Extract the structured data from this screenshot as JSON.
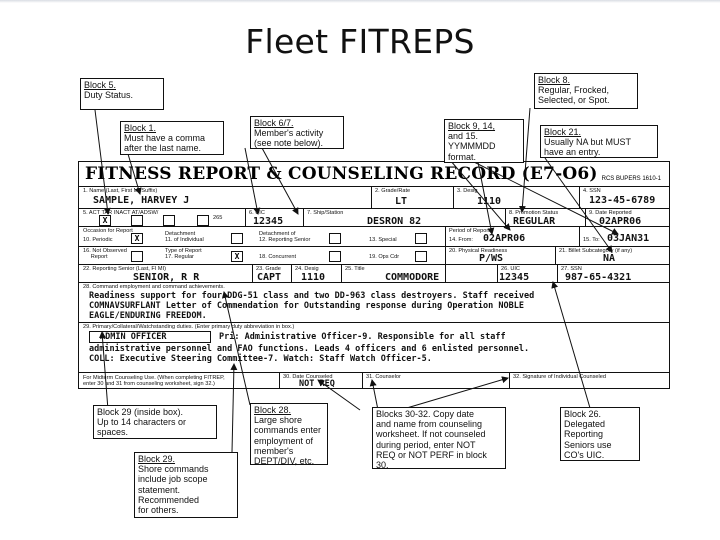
{
  "slide": {
    "title": "Fleet FITREPS"
  },
  "form": {
    "header": "FITNESS REPORT & COUNSELING RECORD (E7-O6)",
    "rcs": "RCS BUPERS 1610-1",
    "labels": {
      "b1": "1. Name (Last, First MI Suffix)",
      "b2": "2. Grade/Rate",
      "b3": "3. Desig",
      "b4": "4. SSN",
      "b5": "5.   ACT    TAR   INACT  AT/ADSW/",
      "b5b": "265",
      "b6": "6. UIC",
      "b7": "7. Ship/Station",
      "b8": "8. Promotion Status",
      "b9": "9. Date Reported",
      "occasion": "Occasion for Report",
      "b10": "10. Periodic",
      "b11": "Detachment\n11. of Individual",
      "b12": "Detachment of\n12. Reporting Senior",
      "b13": "13. Special",
      "period": "Period of Report",
      "b14": "14. From:",
      "b15": "15. To:",
      "b16": "16. Not Observed\n     Report",
      "b17": "Type of Report\n17. Regular",
      "b18": "18. Concurrent",
      "b19": "19. Ops Cdr",
      "b20": "20. Physical Readiness",
      "b21": "21. Billet Subcategory (if any)",
      "b22": "22. Reporting Senior (Last, FI MI)",
      "b23": "23. Grade",
      "b24": "24. Desig",
      "b25": "25. Title",
      "b26": "26. UIC",
      "b27": "27. SSN",
      "b28": "28. Command employment and command achievements.",
      "b29": "29. Primary/Collateral/Watchstanding duties. (Enter primary duty abbreviation in box.)",
      "midterm": "For Midterm Counseling Use. (When completing FITREP,\nenter 30 and 31 from counseling worksheet, sign 32.)",
      "b30": "30. Date Counseled",
      "b31": "31. Counselor",
      "b32": "32. Signature of Individual Counseled"
    },
    "values": {
      "name": "SAMPLE, HARVEY J",
      "grade": "LT",
      "desig": "1110",
      "ssn": "123-45-6789",
      "duty_x": "X",
      "uic": "12345",
      "station": "DESRON 82",
      "promo": "REGULAR",
      "date_reported": "02APR06",
      "periodic_x": "X",
      "from": "02APR06",
      "to": "03JAN31",
      "regular_x": "X",
      "phys": "P/WS",
      "billet": "NA",
      "rs_name": "SENIOR, R R",
      "rs_grade": "CAPT",
      "rs_desig": "1110",
      "rs_title": "COMMODORE",
      "rs_uic": "12345",
      "rs_ssn": "987-65-4321",
      "b28_lines": [
        "Readiness support for four DDG-51 class and two DD-963 class destroyers.  Staff received",
        "COMNAVSURFLANT Letter of Commendation for Outstanding response during Operation NOBLE",
        "EAGLE/ENDURING FREEDOM."
      ],
      "duty_box": "ADMIN OFFICER",
      "b29_lines": [
        "Pri:  Administrative Officer-9.  Responsible for all staff",
        "administrative personnel and FAO functions.  Leads 4 officers and 6 enlisted personnel.",
        "COLL:  Executive Steering Committee-7.  Watch:  Staff Watch Officer-5."
      ],
      "counseled": "NOT REQ"
    }
  },
  "callouts": {
    "c1": [
      "Block 5.",
      "Duty Status."
    ],
    "c2": [
      "Block 1.",
      "Must have a comma",
      "after the last name."
    ],
    "c3": [
      "Block 6/7.",
      "Member's activity",
      "(see note below)."
    ],
    "c4": [
      "Block 8.",
      "Regular, Frocked,",
      "Selected, or Spot."
    ],
    "c5": [
      "Block 9, 14,",
      "and 15.",
      "YYMMMDD",
      "format."
    ],
    "c6": [
      "Block 21.",
      "Usually NA but MUST",
      "have an entry."
    ],
    "c7": [
      "Block 29 (inside box).",
      "Up to 14 characters or",
      "spaces."
    ],
    "c8": [
      "Block 28.",
      "Large shore",
      "commands enter",
      "employment of",
      "member's",
      "DEPT/DIV, etc."
    ],
    "c9": [
      "Blocks 30-32.  Copy date",
      "and name from counseling",
      "worksheet.  If not counseled",
      "during period, enter NOT",
      "REQ or NOT PERF in block",
      "30."
    ],
    "c10": [
      "Block 26.",
      "Delegated",
      "Reporting",
      "Seniors use",
      "CO's UIC."
    ],
    "c11": [
      "Block 29.",
      "Shore commands",
      "include job scope",
      "statement.",
      "Recommended",
      "for others."
    ]
  }
}
